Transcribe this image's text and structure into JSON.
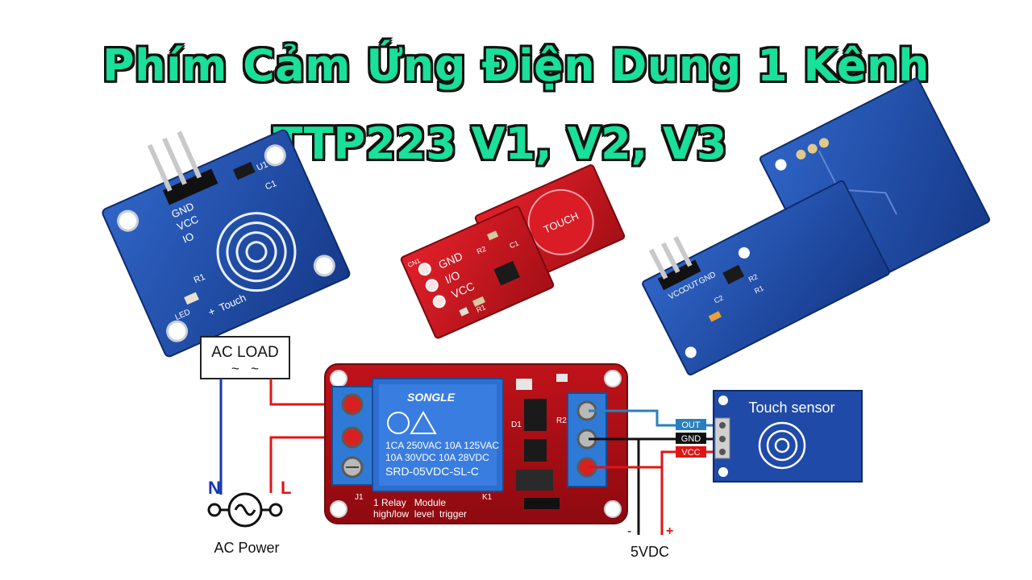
{
  "title": {
    "line1": "Phím Cảm Ứng Điện Dung 1 Kênh",
    "line2": "TTP223 V1, V2, V3"
  },
  "module_v1": {
    "pins": [
      "GND",
      "VCC",
      "IO"
    ],
    "marks": [
      "U1",
      "C1",
      "R1",
      "LED",
      "+",
      "Touch"
    ]
  },
  "module_v2": {
    "pad_text": "TOUCH",
    "pins": [
      "GND",
      "I/O",
      "VCC"
    ],
    "marks": [
      "R1",
      "R2",
      "C1",
      "CN1"
    ]
  },
  "module_v3": {
    "pins": [
      "VCC",
      "OUT",
      "GND"
    ],
    "marks": [
      "C2",
      "R2",
      "R1"
    ]
  },
  "relay_board": {
    "relay_brand": "SONGLE",
    "relay_lines": [
      "1CA 250VAC 10A 125VAC",
      "10A 30VDC 10A 28VDC",
      "SRD-05VDC-SL-C"
    ],
    "footer_left": "1 Relay   Module",
    "footer_right": "high/low  level  trigger",
    "corner_marks": [
      "J1",
      "K1",
      "R2",
      "D1"
    ]
  },
  "touch_sensor": {
    "label": "Touch sensor",
    "pins": [
      "OUT",
      "GND",
      "VCC"
    ]
  },
  "wiring": {
    "load_label": "AC LOAD",
    "load_tilde": "~   ~",
    "n_label": "N",
    "l_label": "L",
    "ac_power": "AC Power",
    "dc_label": "5VDC",
    "minus": "-",
    "plus": "+"
  },
  "colors": {
    "title_fill": "#19e09a",
    "pcb_blue": "#1f4aa8",
    "pcb_red": "#c8141e",
    "relay_blue": "#2d6fd1",
    "wire_red": "#e11414",
    "wire_blue": "#1637b5",
    "wire_out": "#2a7fc0"
  }
}
